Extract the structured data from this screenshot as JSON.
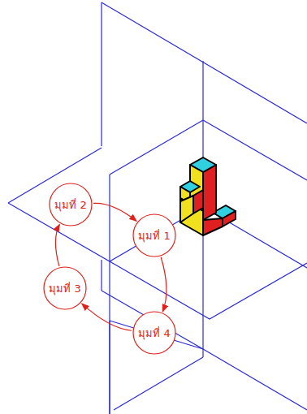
{
  "diagram": {
    "nodes": [
      {
        "text": [
          "มุมที่ 2"
        ]
      },
      {
        "text": [
          "มุมที่ 1"
        ]
      },
      {
        "text": [
          "มุมที่ 3"
        ]
      },
      {
        "text": [
          "มุมที่ 4"
        ]
      }
    ],
    "edges": [
      {
        "from": 0,
        "to": 1,
        "arrow": "to"
      },
      {
        "from": 1,
        "to": 3,
        "arrow": "to"
      },
      {
        "from": 3,
        "to": 2,
        "arrow": "to"
      },
      {
        "from": 2,
        "to": 0,
        "arrow": "to"
      }
    ]
  }
}
